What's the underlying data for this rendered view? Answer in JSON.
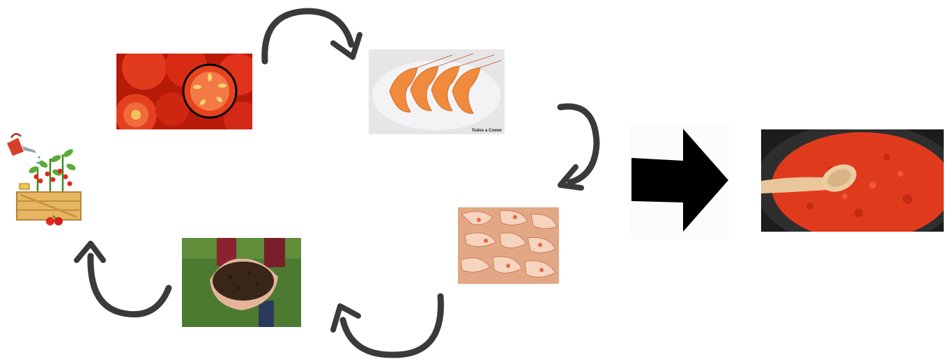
{
  "diagram": {
    "type": "cycle-flow",
    "nodes": [
      {
        "id": "tomato-plant",
        "icon": "tomato-plant-crate-icon"
      },
      {
        "id": "tomatoes",
        "icon": "sliced-tomatoes-photo"
      },
      {
        "id": "shrimp",
        "icon": "cooked-shrimp-photo",
        "watermark": "Todos a Comer"
      },
      {
        "id": "shrimp-shells",
        "icon": "shrimp-shells-photo"
      },
      {
        "id": "compost",
        "icon": "compost-in-hands-photo"
      },
      {
        "id": "tomato-sauce",
        "icon": "tomato-sauce-pot-photo"
      }
    ],
    "edges": [
      {
        "from": "tomatoes",
        "to": "shrimp",
        "style": "curved-arrow"
      },
      {
        "from": "shrimp",
        "to": "shrimp-shells",
        "style": "curved-arrow"
      },
      {
        "from": "shrimp-shells",
        "to": "compost",
        "style": "curved-arrow"
      },
      {
        "from": "compost",
        "to": "tomato-plant",
        "style": "curved-arrow"
      },
      {
        "from": "cycle",
        "to": "tomato-sauce",
        "style": "block-arrow"
      }
    ]
  },
  "colors": {
    "arrow": "#3a3a3a",
    "block_arrow": "#000000",
    "tomato_red": "#d9260f",
    "shrimp_orange": "#f08a3c",
    "soil_brown": "#3b2a1c",
    "grass_green": "#4f7a32",
    "sauce_red": "#e03a1d"
  }
}
